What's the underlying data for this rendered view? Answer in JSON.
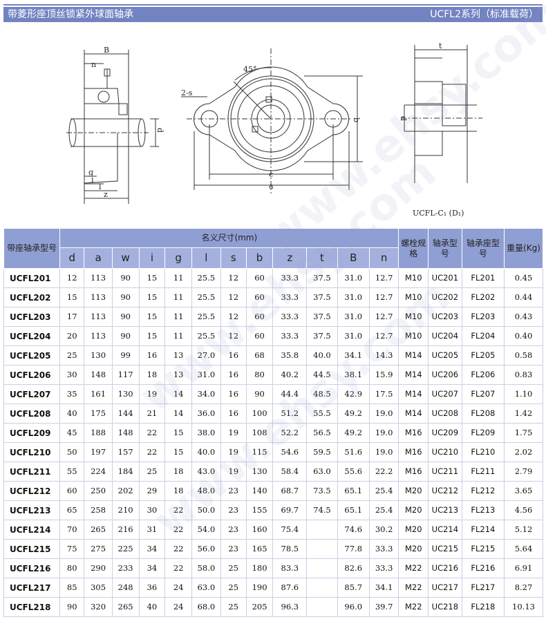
{
  "title": {
    "left": "带菱形座顶丝锁紧外球面轴承",
    "right": "UCFL2系列（标准载荷）"
  },
  "drawings": {
    "side_left": {
      "B": "B",
      "n": "n",
      "d": "d",
      "g": "g",
      "i": "i",
      "l": "l",
      "z": "z"
    },
    "front": {
      "angle": "45°",
      "holes": "2-s",
      "b": "b",
      "c": "c",
      "a": "a"
    },
    "side_right": {
      "t": "t",
      "d": "d"
    },
    "caption": "UCFL-C₁ (D₁)"
  },
  "watermark": "www.ehsy.com",
  "table": {
    "header": {
      "model": "带座轴承型号",
      "dims": "名义尺寸(mm)",
      "bolt": "螺栓规格",
      "bearing": "轴承型号",
      "housing": "轴承座型号",
      "weight": "重量(Kg)",
      "symbols": [
        "d",
        "a",
        "w",
        "i",
        "g",
        "l",
        "s",
        "b",
        "z",
        "t",
        "B",
        "n"
      ]
    },
    "rows": [
      [
        "UCFL201",
        "12",
        "113",
        "90",
        "15",
        "11",
        "25.5",
        "12",
        "60",
        "33.3",
        "37.5",
        "31.0",
        "12.7",
        "M10",
        "UC201",
        "FL201",
        "0.45"
      ],
      [
        "UCFL202",
        "15",
        "113",
        "90",
        "15",
        "11",
        "25.5",
        "12",
        "60",
        "33.3",
        "37.5",
        "31.0",
        "12.7",
        "M10",
        "UC202",
        "FL202",
        "0.44"
      ],
      [
        "UCFL203",
        "17",
        "113",
        "90",
        "15",
        "11",
        "25.5",
        "12",
        "60",
        "33.3",
        "37.5",
        "31.0",
        "12.7",
        "M10",
        "UC203",
        "FL203",
        "0.43"
      ],
      [
        "UCFL204",
        "20",
        "113",
        "90",
        "15",
        "11",
        "25.5",
        "12",
        "60",
        "33.3",
        "37.5",
        "31.0",
        "12.7",
        "M10",
        "UC204",
        "FL204",
        "0.40"
      ],
      [
        "UCFL205",
        "25",
        "130",
        "99",
        "16",
        "13",
        "27.0",
        "16",
        "68",
        "35.8",
        "40.0",
        "34.1",
        "14.3",
        "M14",
        "UC205",
        "FL205",
        "0.58"
      ],
      [
        "UCFL206",
        "30",
        "148",
        "117",
        "18",
        "13",
        "31.0",
        "16",
        "80",
        "40.2",
        "44.5",
        "38.1",
        "15.9",
        "M14",
        "UC206",
        "FL206",
        "0.83"
      ],
      [
        "UCFL207",
        "35",
        "161",
        "130",
        "19",
        "14",
        "34.0",
        "16",
        "90",
        "44.4",
        "48.5",
        "42.9",
        "17.5",
        "M14",
        "UC207",
        "FL207",
        "1.10"
      ],
      [
        "UCFL208",
        "40",
        "175",
        "144",
        "21",
        "14",
        "36.0",
        "16",
        "100",
        "51.2",
        "55.5",
        "49.2",
        "19.0",
        "M14",
        "UC208",
        "FL208",
        "1.42"
      ],
      [
        "UCFL209",
        "45",
        "188",
        "148",
        "22",
        "15",
        "38.0",
        "19",
        "108",
        "52.2",
        "56.5",
        "49.2",
        "19.0",
        "M16",
        "UC209",
        "FL209",
        "1.75"
      ],
      [
        "UCFL210",
        "50",
        "197",
        "157",
        "22",
        "15",
        "40.0",
        "19",
        "115",
        "54.6",
        "59.5",
        "51.6",
        "19.0",
        "M16",
        "UC210",
        "FL210",
        "2.02"
      ],
      [
        "UCFL211",
        "55",
        "224",
        "184",
        "25",
        "18",
        "43.0",
        "19",
        "130",
        "58.4",
        "63.0",
        "55.6",
        "22.2",
        "M16",
        "UC211",
        "FL211",
        "2.79"
      ],
      [
        "UCFL212",
        "60",
        "250",
        "202",
        "29",
        "18",
        "48.0",
        "23",
        "140",
        "68.7",
        "73.5",
        "65.1",
        "25.4",
        "M20",
        "UC212",
        "FL212",
        "3.65"
      ],
      [
        "UCFL213",
        "65",
        "258",
        "210",
        "30",
        "22",
        "50.0",
        "23",
        "155",
        "69.7",
        "74.5",
        "65.1",
        "25.4",
        "M20",
        "UC213",
        "FL213",
        "4.56"
      ],
      [
        "UCFL214",
        "70",
        "265",
        "216",
        "31",
        "22",
        "54.0",
        "23",
        "160",
        "75.4",
        "",
        "74.6",
        "30.2",
        "M20",
        "UC214",
        "FL214",
        "5.12"
      ],
      [
        "UCFL215",
        "75",
        "275",
        "225",
        "34",
        "22",
        "56.0",
        "23",
        "165",
        "78.5",
        "",
        "77.8",
        "33.3",
        "M20",
        "UC215",
        "FL215",
        "5.64"
      ],
      [
        "UCFL216",
        "80",
        "290",
        "233",
        "34",
        "22",
        "58.0",
        "25",
        "180",
        "83.3",
        "",
        "82.6",
        "33.3",
        "M22",
        "UC216",
        "FL216",
        "6.91"
      ],
      [
        "UCFL217",
        "85",
        "305",
        "248",
        "36",
        "24",
        "63.0",
        "25",
        "190",
        "87.6",
        "",
        "85.7",
        "34.1",
        "M22",
        "UC217",
        "FL217",
        "8.27"
      ],
      [
        "UCFL218",
        "90",
        "320",
        "265",
        "40",
        "24",
        "68.0",
        "25",
        "205",
        "96.3",
        "",
        "96.0",
        "39.7",
        "M22",
        "UC218",
        "FL218",
        "10.13"
      ]
    ]
  }
}
